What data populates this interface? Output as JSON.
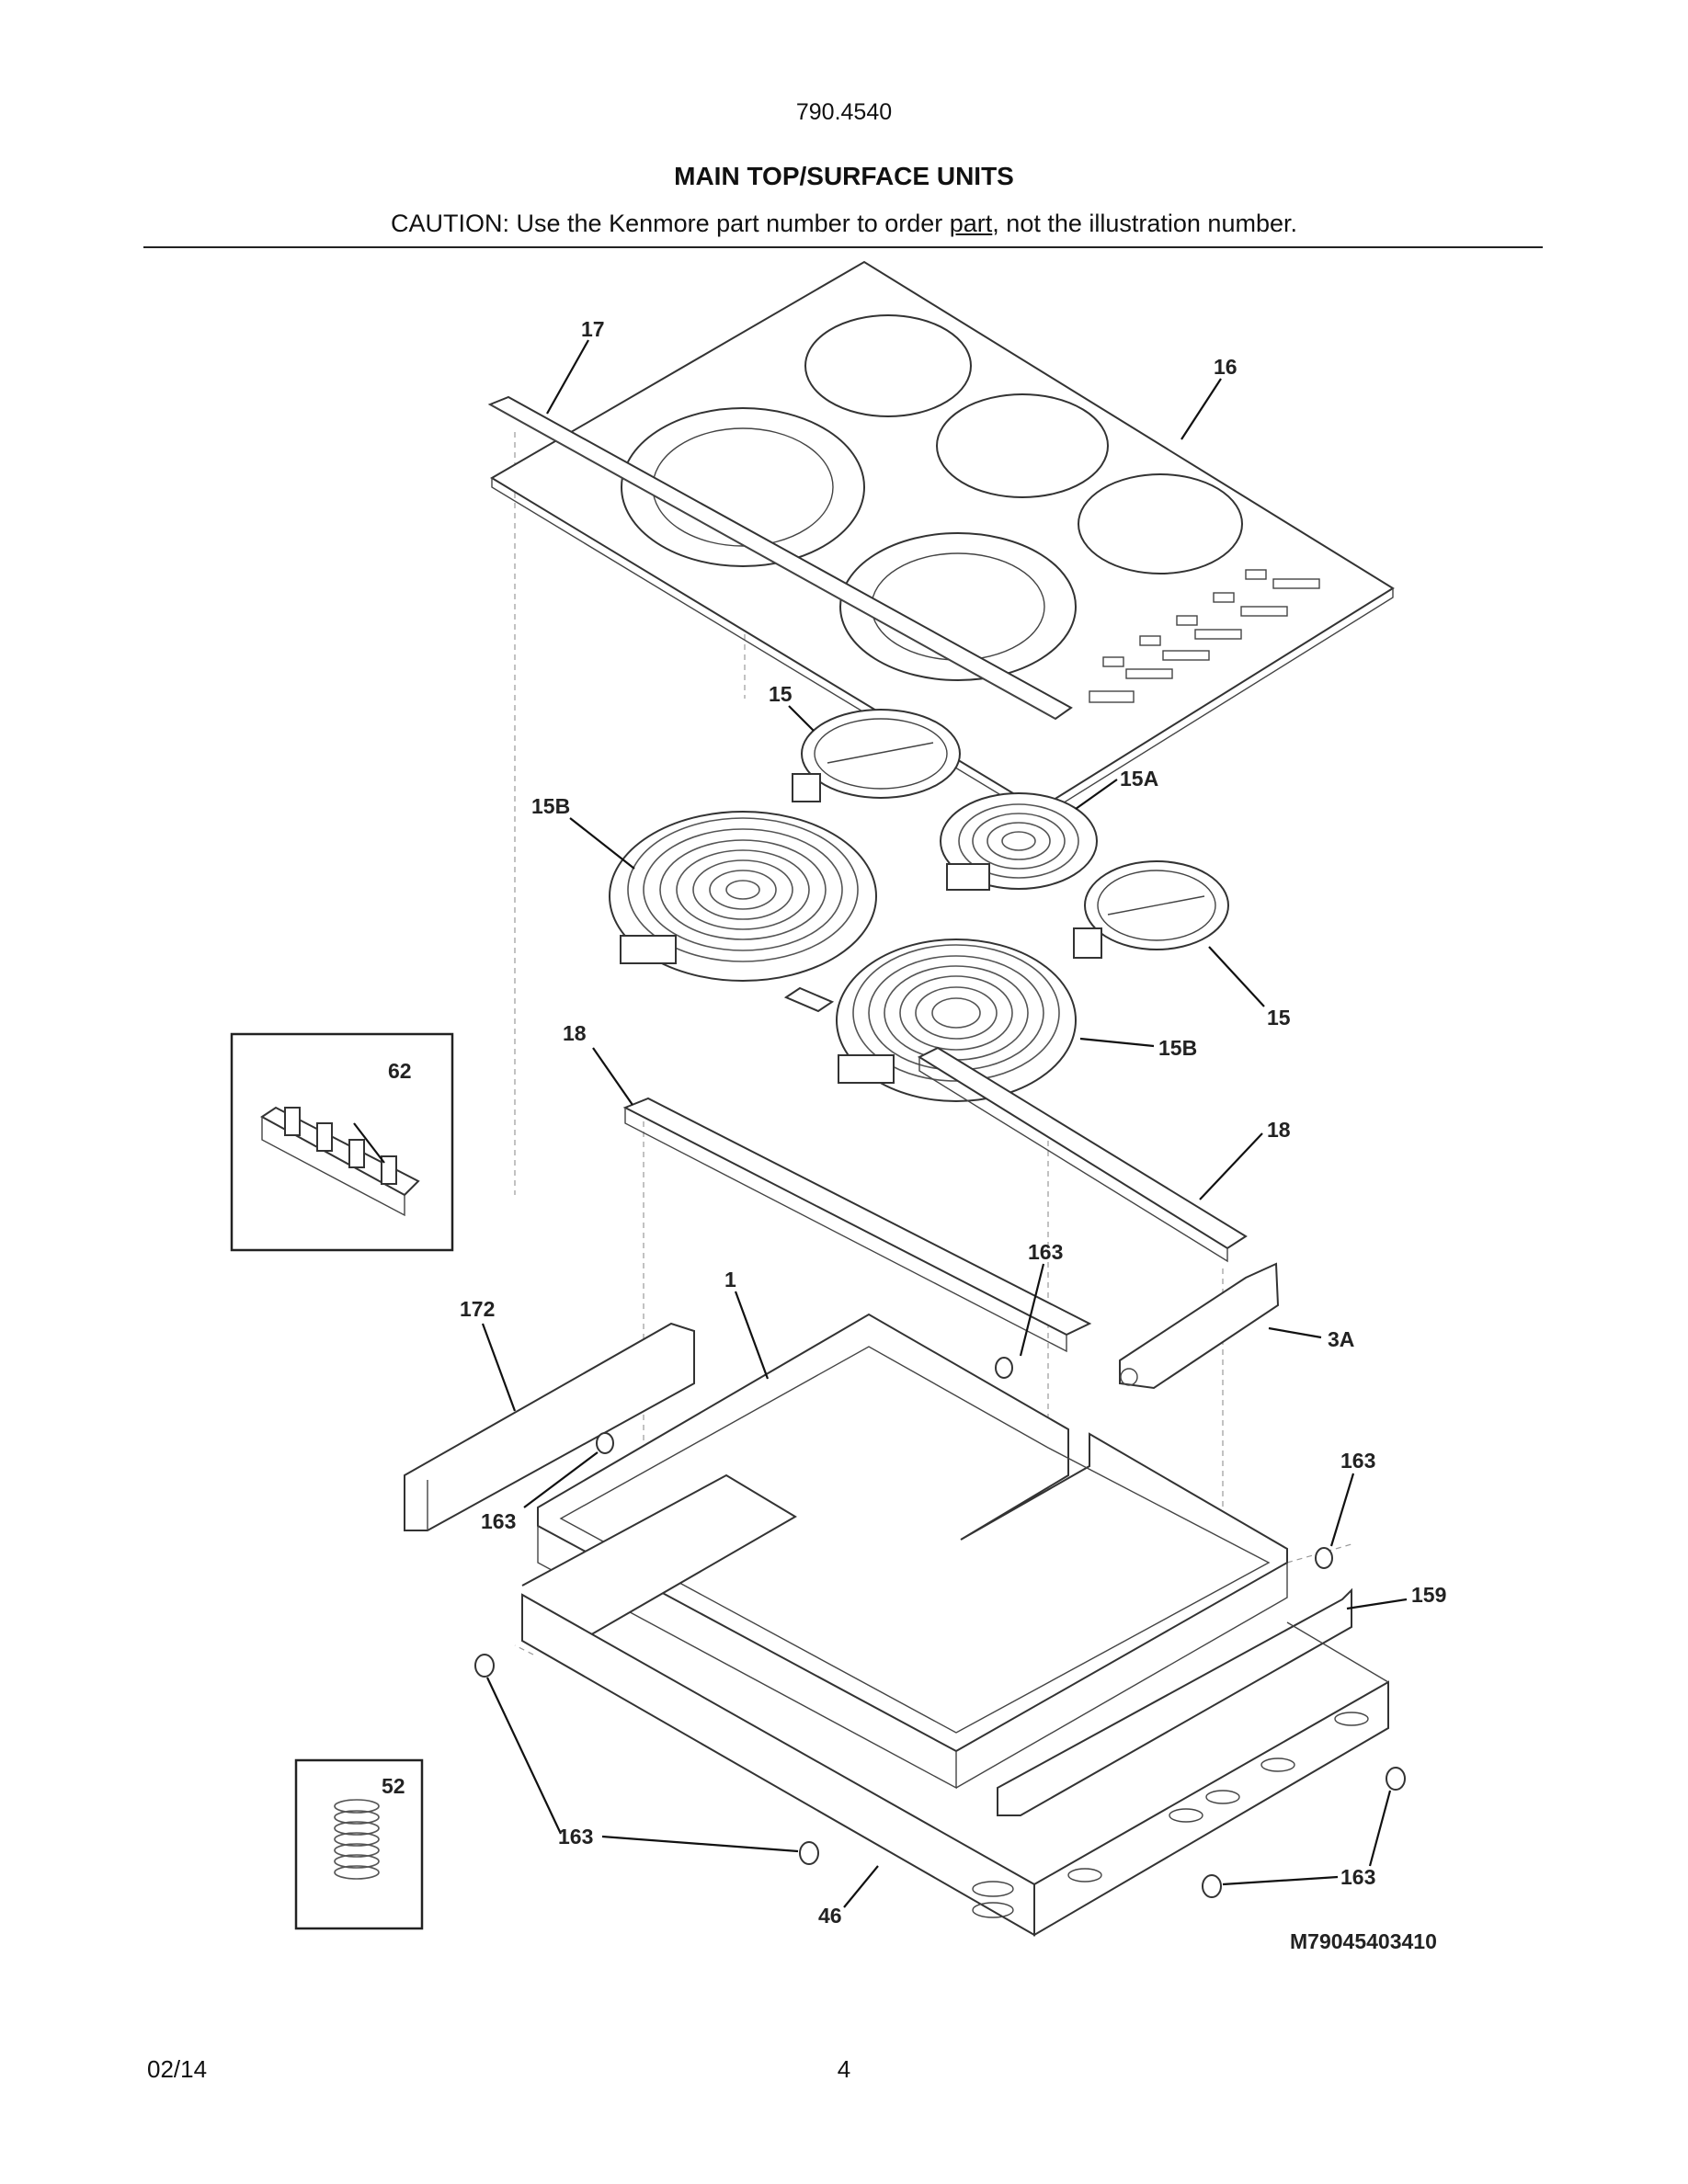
{
  "header": {
    "model_number": "790.4540",
    "section_title": "MAIN TOP/SURFACE UNITS",
    "caution_prefix": "CAUTION: Use the Kenmore part number to order ",
    "caution_underlined": "part",
    "caution_suffix": ", not the illustration number."
  },
  "diagram": {
    "callouts": {
      "c17": "17",
      "c16": "16",
      "c15_top": "15",
      "c15a": "15A",
      "c15b_left": "15B",
      "c15_right": "15",
      "c15b_right": "15B",
      "c18_left": "18",
      "c18_right": "18",
      "c62": "62",
      "c163_a": "163",
      "c1": "1",
      "c172": "172",
      "c3a": "3A",
      "c163_b": "163",
      "c163_c": "163",
      "c159": "159",
      "c52": "52",
      "c163_d": "163",
      "c163_e": "163",
      "c46": "46"
    },
    "drawing_id": "M79045403410"
  },
  "footer": {
    "date": "02/14",
    "page_number": "4"
  }
}
